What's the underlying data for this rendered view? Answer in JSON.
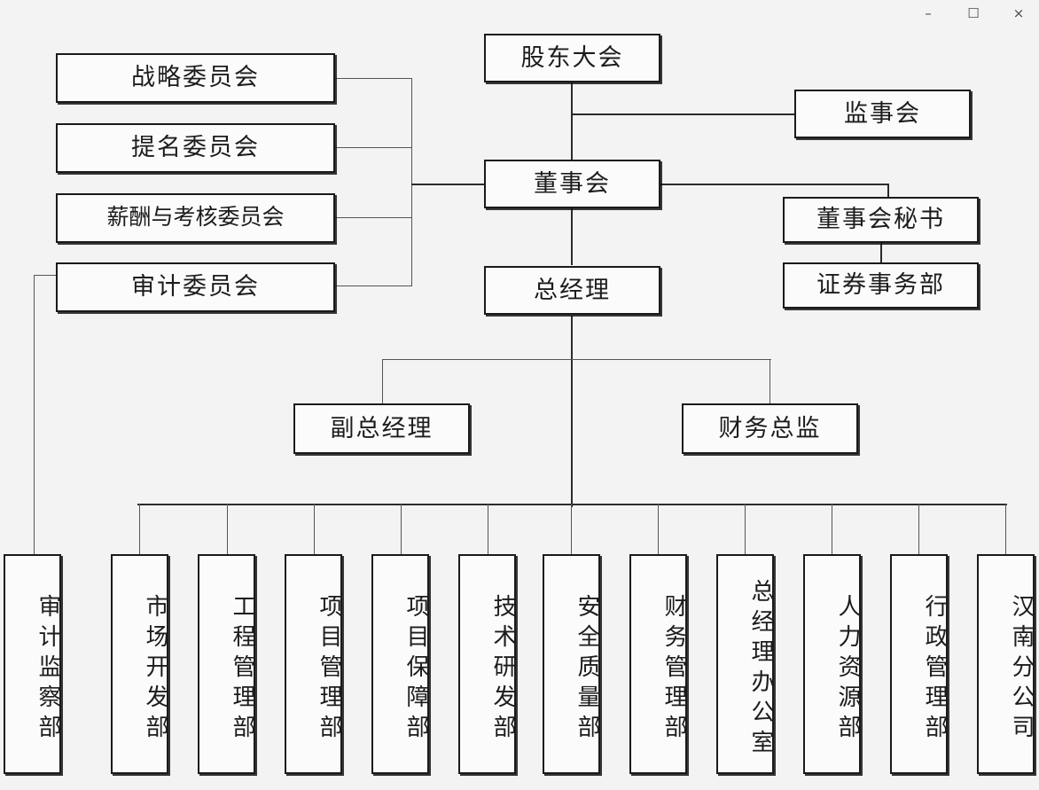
{
  "window": {
    "controls": [
      {
        "name": "minimize",
        "glyph": "–"
      },
      {
        "name": "maximize",
        "glyph": "☐"
      },
      {
        "name": "close",
        "glyph": "×"
      }
    ]
  },
  "chart": {
    "type": "org-chart",
    "background_color": "#f3f3f3",
    "box_fill_color": "#fbfbfb",
    "border_color": "#1a1a1a",
    "line_color": "#2b2b2b",
    "text_color": "#1c1c1c",
    "nodes": {
      "shareholders_meeting": "股东大会",
      "board_of_supervisors": "监事会",
      "board_of_directors": "董事会",
      "board_secretary": "董事会秘书",
      "securities_affairs_dept": "证券事务部",
      "general_manager": "总经理",
      "deputy_general_manager": "副总经理",
      "chief_financial_officer": "财务总监"
    },
    "committees": [
      {
        "key": "strategy_committee",
        "label": "战略委员会"
      },
      {
        "key": "nomination_committee",
        "label": "提名委员会"
      },
      {
        "key": "remuneration_and_appraisal_committee",
        "label": "薪酬与考核委员会"
      },
      {
        "key": "audit_committee",
        "label": "审计委员会"
      }
    ],
    "departments": [
      {
        "key": "audit_supervision_dept",
        "label": "审计监察部",
        "parent": "audit_committee"
      },
      {
        "key": "market_development_dept",
        "label": "市场开发部",
        "parent": "general_manager"
      },
      {
        "key": "engineering_management_dept",
        "label": "工程管理部",
        "parent": "general_manager"
      },
      {
        "key": "project_management_dept",
        "label": "项目管理部",
        "parent": "general_manager"
      },
      {
        "key": "project_support_dept",
        "label": "项目保障部",
        "parent": "general_manager"
      },
      {
        "key": "technology_rd_dept",
        "label": "技术研发部",
        "parent": "general_manager"
      },
      {
        "key": "safety_quality_dept",
        "label": "安全质量部",
        "parent": "general_manager"
      },
      {
        "key": "financial_management_dept",
        "label": "财务管理部",
        "parent": "general_manager"
      },
      {
        "key": "general_manager_office",
        "label": "总经理办公室",
        "parent": "general_manager"
      },
      {
        "key": "human_resources_dept",
        "label": "人力资源部",
        "parent": "general_manager"
      },
      {
        "key": "administration_management_dept",
        "label": "行政管理部",
        "parent": "general_manager"
      },
      {
        "key": "hannan_branch",
        "label": "汉南分公司",
        "parent": "general_manager"
      }
    ]
  }
}
